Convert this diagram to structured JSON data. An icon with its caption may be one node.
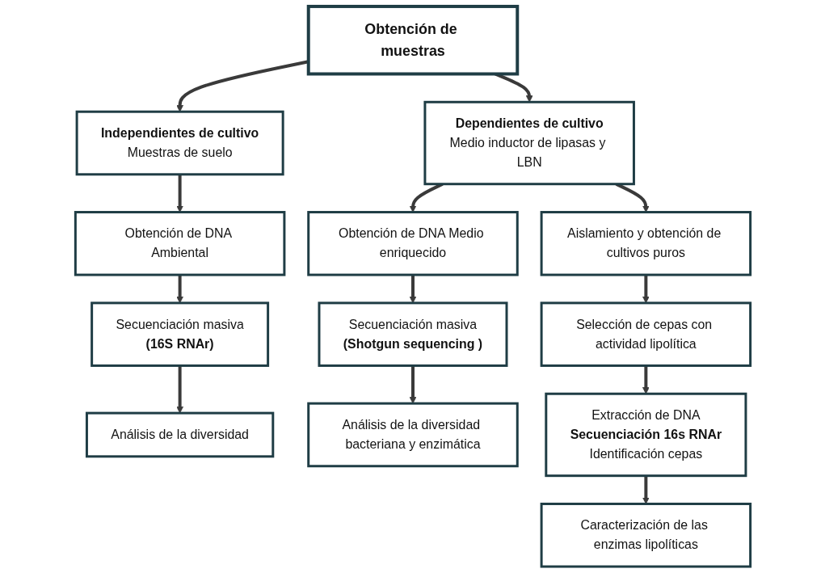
{
  "diagram": {
    "nodes": [
      {
        "text": [
          "Obtención de muestras"
        ]
      },
      {
        "text": [
          "Independientes de cultivo",
          "Muestras de suelo"
        ]
      },
      {
        "text": [
          "Dependientes de cultivo",
          "Medio inductor de lipasas y LBN"
        ]
      },
      {
        "text": [
          "Obtención de DNA Ambiental"
        ]
      },
      {
        "text": [
          "Secuenciación masiva",
          "(16S RNAr)"
        ]
      },
      {
        "text": [
          "Análisis de la diversidad"
        ]
      },
      {
        "text": [
          "Obtención de DNA Medio enriquecido"
        ]
      },
      {
        "text": [
          "Secuenciación masiva",
          "(Shotgun sequencing )"
        ]
      },
      {
        "text": [
          "Análisis de la diversidad bacteriana y enzimática"
        ]
      },
      {
        "text": [
          "Aislamiento y obtención de cultivos puros"
        ]
      },
      {
        "text": [
          "Selección de cepas con actividad lipolítica"
        ]
      },
      {
        "text": [
          "Extracción de DNA",
          "Secuenciación 16s RNAr",
          "Identificación cepas"
        ]
      },
      {
        "text": [
          "Caracterización de las enzimas lipolíticas"
        ]
      }
    ],
    "edges": [
      {
        "from": 0,
        "to": 1,
        "arrow": "to"
      },
      {
        "from": 0,
        "to": 2,
        "arrow": "to"
      },
      {
        "from": 1,
        "to": 3,
        "arrow": "to"
      },
      {
        "from": 3,
        "to": 4,
        "arrow": "to"
      },
      {
        "from": 4,
        "to": 5,
        "arrow": "to"
      },
      {
        "from": 2,
        "to": 6,
        "arrow": "to"
      },
      {
        "from": 6,
        "to": 7,
        "arrow": "to"
      },
      {
        "from": 7,
        "to": 8,
        "arrow": "to"
      },
      {
        "from": 2,
        "to": 9,
        "arrow": "to"
      },
      {
        "from": 9,
        "to": 10,
        "arrow": "to"
      },
      {
        "from": 10,
        "to": 11,
        "arrow": "to"
      },
      {
        "from": 11,
        "to": 12,
        "arrow": "to"
      }
    ]
  }
}
